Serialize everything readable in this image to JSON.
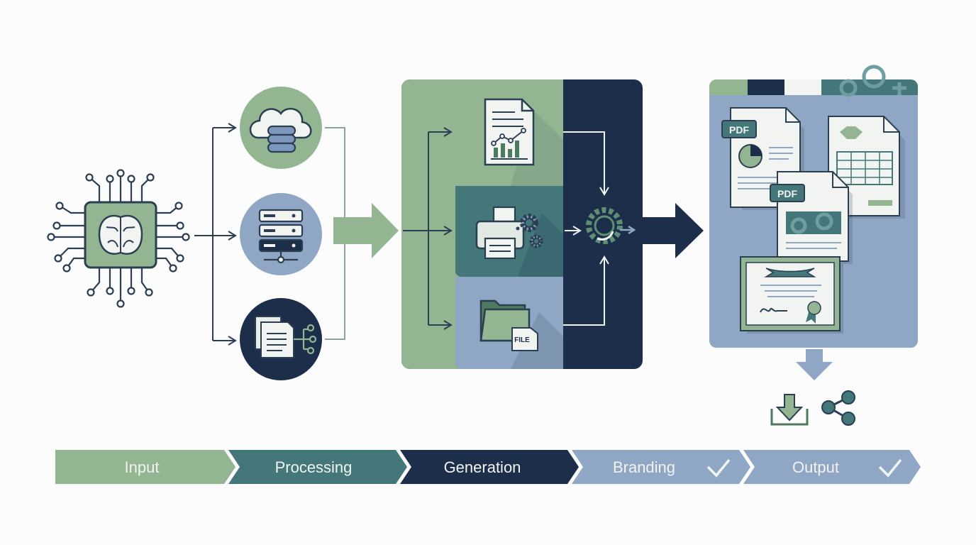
{
  "colors": {
    "sage": "#93b592",
    "sage_dark": "#4d7a5e",
    "teal": "#43777a",
    "navy": "#1c2e4a",
    "steel": "#8fa7c4",
    "light": "#f1f4f1",
    "ink": "#2b3e52"
  },
  "icons": {
    "ai_chip": "brain-chip-icon",
    "cloud_db": "cloud-database-icon",
    "server": "server-rack-icon",
    "docs": "document-network-icon",
    "report": "report-chart-icon",
    "printer": "printer-gears-icon",
    "folder": "folder-file-icon",
    "gear": "gear-cycle-icon",
    "download": "download-icon",
    "share": "share-icon",
    "check": "check-icon"
  },
  "badges": {
    "pdf_1": "PDF",
    "pdf_2": "PDF",
    "file": "FILE"
  },
  "stages": [
    {
      "label": "Input",
      "done": false
    },
    {
      "label": "Processing",
      "done": false
    },
    {
      "label": "Generation",
      "done": false
    },
    {
      "label": "Branding",
      "done": true
    },
    {
      "label": "Output",
      "done": true
    }
  ]
}
